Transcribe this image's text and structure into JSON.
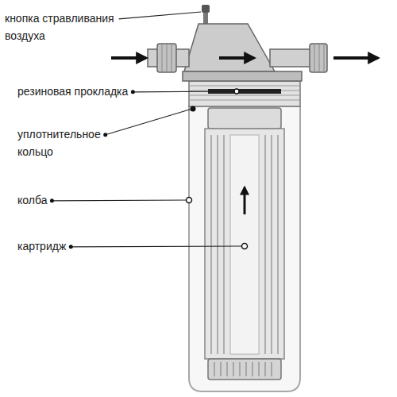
{
  "diagram": {
    "labels": [
      "кнопка стравливания воздуха",
      "резиновая прокладка",
      "уплотнительное кольцо",
      "колба",
      "картридж"
    ]
  }
}
